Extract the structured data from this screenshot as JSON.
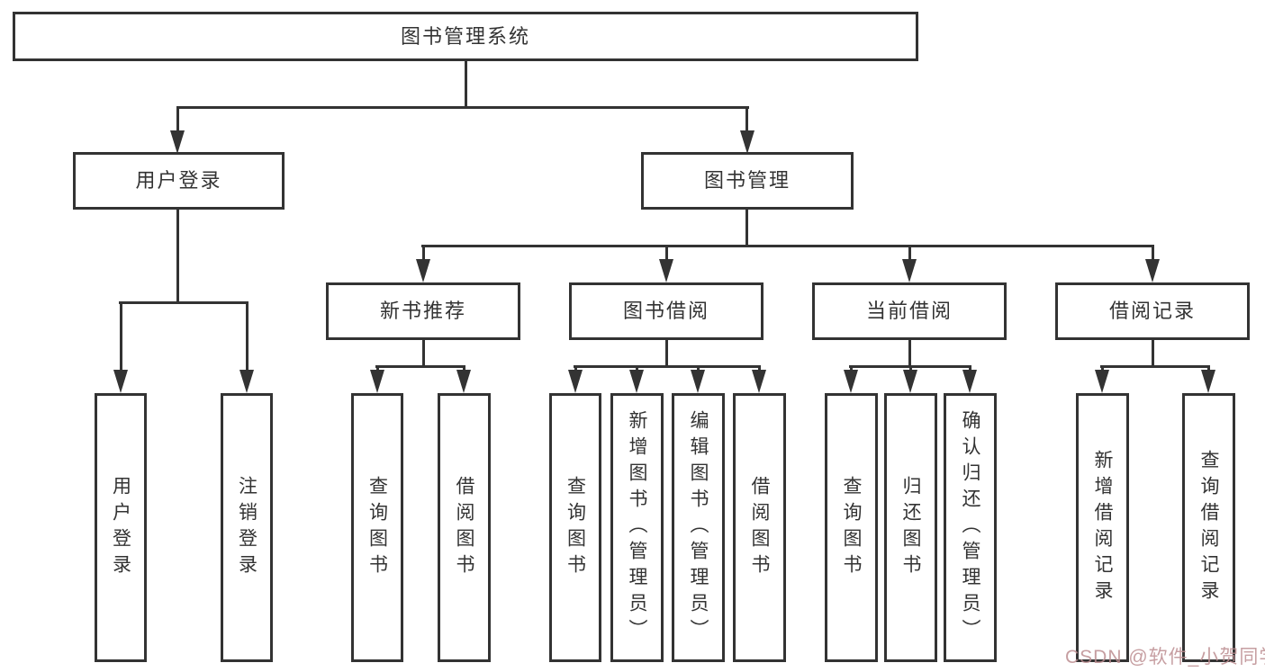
{
  "tree": {
    "root": {
      "label": "图书管理系统"
    },
    "branches": [
      {
        "label": "用户登录",
        "children": [
          {
            "label": "用户登录"
          },
          {
            "label": "注销登录"
          }
        ]
      },
      {
        "label": "图书管理",
        "children": [
          {
            "label": "新书推荐",
            "children": [
              {
                "label": "查询图书"
              },
              {
                "label": "借阅图书"
              }
            ]
          },
          {
            "label": "图书借阅",
            "children": [
              {
                "label": "查询图书"
              },
              {
                "label": "新增图书（管理员）"
              },
              {
                "label": "编辑图书（管理员）"
              },
              {
                "label": "借阅图书"
              }
            ]
          },
          {
            "label": "当前借阅",
            "children": [
              {
                "label": "查询图书"
              },
              {
                "label": "归还图书"
              },
              {
                "label": "确认归还（管理员）"
              }
            ]
          },
          {
            "label": "借阅记录",
            "children": [
              {
                "label": "新增借阅记录"
              },
              {
                "label": "查询借阅记录"
              }
            ]
          }
        ]
      }
    ]
  },
  "watermark": {
    "text": "CSDN @软件_小贺同学",
    "color": "#bd8e91"
  },
  "colors": {
    "line": "#333333",
    "box_border": "#333333",
    "text": "#333333",
    "background": "#ffffff"
  }
}
